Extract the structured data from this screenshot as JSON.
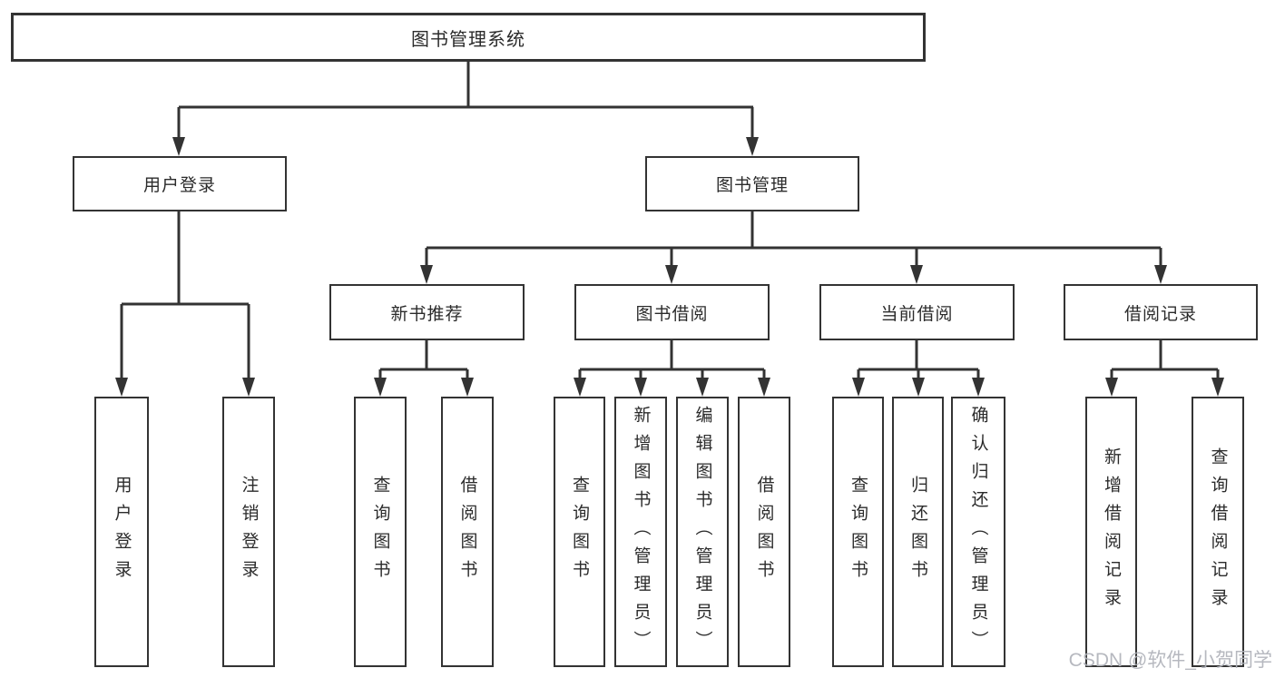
{
  "tree": {
    "root": "图书管理系统",
    "children": [
      {
        "label": "用户登录",
        "children": [
          {
            "label": "用户登录"
          },
          {
            "label": "注销登录"
          }
        ]
      },
      {
        "label": "图书管理",
        "children": [
          {
            "label": "新书推荐",
            "children": [
              {
                "label": "查询图书"
              },
              {
                "label": "借阅图书"
              }
            ]
          },
          {
            "label": "图书借阅",
            "children": [
              {
                "label": "查询图书"
              },
              {
                "label": "新增图书（管理员）"
              },
              {
                "label": "编辑图书（管理员）"
              },
              {
                "label": "借阅图书"
              }
            ]
          },
          {
            "label": "当前借阅",
            "children": [
              {
                "label": "查询图书"
              },
              {
                "label": "归还图书"
              },
              {
                "label": "确认归还（管理员）"
              }
            ]
          },
          {
            "label": "借阅记录",
            "children": [
              {
                "label": "新增借阅记录"
              },
              {
                "label": "查询借阅记录"
              }
            ]
          }
        ]
      }
    ]
  },
  "watermark": "CSDN @软件_小贺同学",
  "colors": {
    "line": "#333333",
    "text": "#2b2b2b",
    "background": "#ffffff",
    "watermark": "#b0b3ba"
  }
}
